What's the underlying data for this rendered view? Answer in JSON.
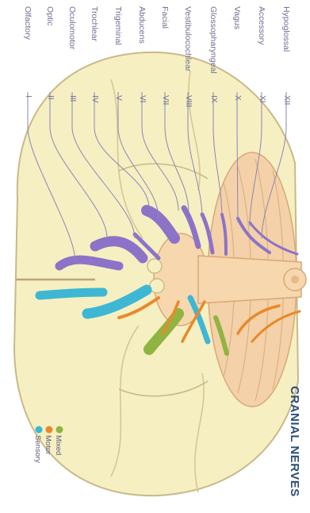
{
  "title": "CRANIAL NERVES",
  "legend": [
    {
      "label": "Sensory",
      "color": "#3db7d4"
    },
    {
      "label": "Motor",
      "color": "#e88a2a"
    },
    {
      "label": "Mixed",
      "color": "#8fb442"
    }
  ],
  "nerves": [
    {
      "numeral": "I",
      "name": "Olfactory"
    },
    {
      "numeral": "II",
      "name": "Optic"
    },
    {
      "numeral": "III",
      "name": "Oculomotor"
    },
    {
      "numeral": "IV",
      "name": "Trochlear"
    },
    {
      "numeral": "V",
      "name": "Trigeminal"
    },
    {
      "numeral": "VI",
      "name": "Abducens"
    },
    {
      "numeral": "VII",
      "name": "Facial"
    },
    {
      "numeral": "VIII",
      "name": "Vestibulocochlear"
    },
    {
      "numeral": "IX",
      "name": "Glossopharyngeal"
    },
    {
      "numeral": "X",
      "name": "Vagus"
    },
    {
      "numeral": "XI",
      "name": "Accessory"
    },
    {
      "numeral": "XII",
      "name": "Hypoglossal"
    }
  ],
  "colors": {
    "brain": "#f6efc2",
    "brain_edge": "#c9b98a",
    "brainstem": "#f7d7ae",
    "cerebellum": "#f4d1a8",
    "nerve_purple": "#8d73c8",
    "leader_line": "#8a86b8",
    "title": "#2c4f78"
  }
}
